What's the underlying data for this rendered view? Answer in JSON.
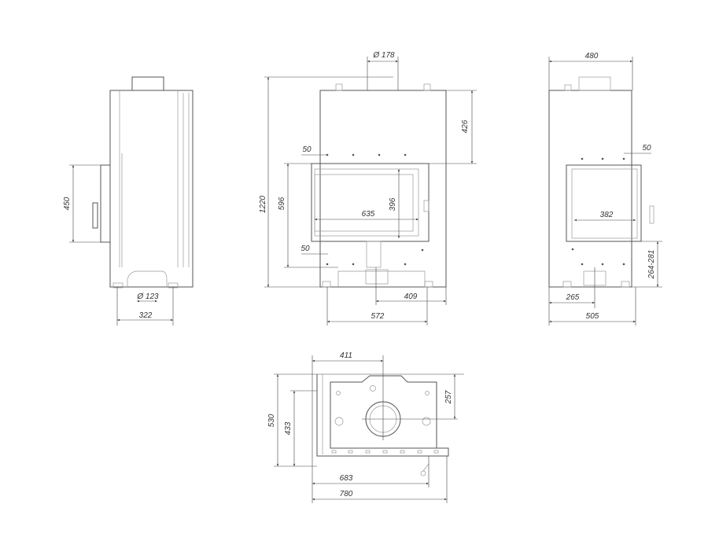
{
  "drawing": {
    "side_view": {
      "height_450": "450",
      "flue_dia": "Ø 123",
      "depth_322": "322"
    },
    "front_view": {
      "flue_dia": "Ø 178",
      "total_height": "1220",
      "top_426": "426",
      "offset_top_50": "50",
      "opening_height_596": "596",
      "glass_width": "635",
      "glass_height": "396",
      "offset_bottom_50": "50",
      "flue_offset_409": "409",
      "leg_span_572": "572"
    },
    "right_view": {
      "width_480": "480",
      "offset_50": "50",
      "glass_width": "382",
      "leg_height": "264-281",
      "flue_offset_265": "265",
      "depth_505": "505"
    },
    "top_view": {
      "flue_x_411": "411",
      "depth_530": "530",
      "depth_433": "433",
      "flue_y_257": "257",
      "width_683": "683",
      "width_780": "780"
    }
  }
}
